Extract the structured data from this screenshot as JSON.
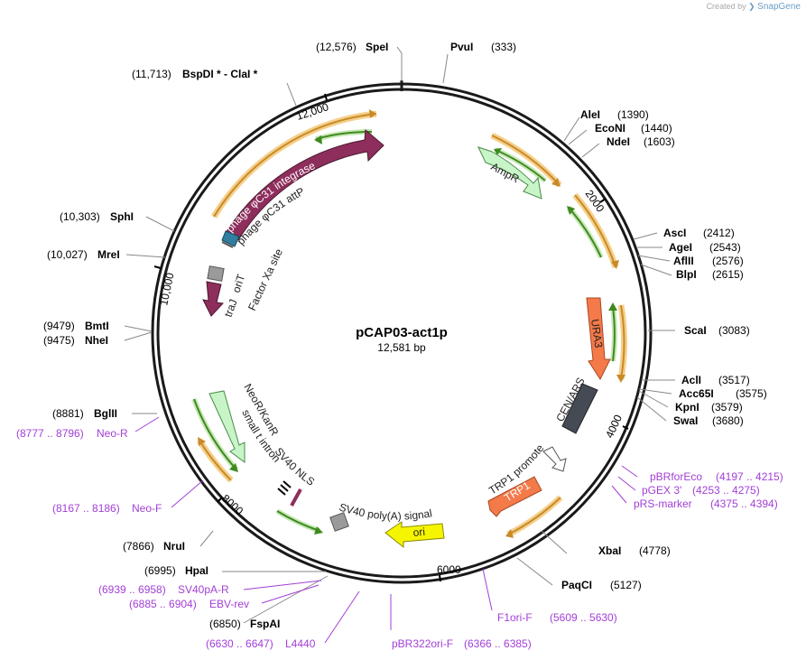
{
  "credit": {
    "prefix": "Created by",
    "brand": "SnapGene"
  },
  "plasmid": {
    "name": "pCAP03-act1p",
    "size_label": "12,581 bp"
  },
  "colors": {
    "backbone": "#1a1a1a",
    "enzyme_text": "#000000",
    "primer_text": "#a23fd6",
    "integrase": "#8e2e5c",
    "ampr": "#c8f5c8",
    "ura3": "#f47a4a",
    "cen_ars": "#454b54",
    "trp1": "#f47a4a",
    "ori": "#f5f500",
    "neor": "#c8f5c8",
    "attp": "#2f7f9e",
    "gray_box": "#9a9a9a",
    "orf_orange": "#f0a830",
    "orf_green": "#4a9a2a"
  },
  "ticks": [
    {
      "label": "2000",
      "icon": "tick-mark"
    },
    {
      "label": "4000",
      "icon": "tick-mark"
    },
    {
      "label": "6000",
      "icon": "tick-mark"
    },
    {
      "label": "8000",
      "icon": "tick-mark"
    },
    {
      "label": "10,000",
      "icon": "tick-mark"
    },
    {
      "label": "12,000",
      "icon": "tick-mark"
    }
  ],
  "enzymes": [
    {
      "name": "SpeI",
      "pos": "(12,576)"
    },
    {
      "name": "PvuI",
      "pos": "(333)"
    },
    {
      "name": "BspDI * - ClaI *",
      "pos": "(11,713)"
    },
    {
      "name": "AleI",
      "pos": "(1390)"
    },
    {
      "name": "EcoNI",
      "pos": "(1440)"
    },
    {
      "name": "NdeI",
      "pos": "(1603)"
    },
    {
      "name": "AscI",
      "pos": "(2412)"
    },
    {
      "name": "AgeI",
      "pos": "(2543)"
    },
    {
      "name": "AflII",
      "pos": "(2576)"
    },
    {
      "name": "BlpI",
      "pos": "(2615)"
    },
    {
      "name": "ScaI",
      "pos": "(3083)"
    },
    {
      "name": "AclI",
      "pos": "(3517)"
    },
    {
      "name": "Acc65I",
      "pos": "(3575)"
    },
    {
      "name": "KpnI",
      "pos": "(3579)"
    },
    {
      "name": "SwaI",
      "pos": "(3680)"
    },
    {
      "name": "XbaI",
      "pos": "(4778)"
    },
    {
      "name": "PaqCI",
      "pos": "(5127)"
    },
    {
      "name": "SphI",
      "pos": "(10,303)"
    },
    {
      "name": "MreI",
      "pos": "(10,027)"
    },
    {
      "name": "BmtI",
      "pos": "(9479)"
    },
    {
      "name": "NheI",
      "pos": "(9475)"
    },
    {
      "name": "BglII",
      "pos": "(8881)"
    },
    {
      "name": "NruI",
      "pos": "(7866)"
    },
    {
      "name": "HpaI",
      "pos": "(6995)"
    },
    {
      "name": "FspAI",
      "pos": "(6850)"
    }
  ],
  "primers": [
    {
      "name": "pBRforEco",
      "range": "(4197 .. 4215)"
    },
    {
      "name": "pGEX 3'",
      "range": "(4253 .. 4275)"
    },
    {
      "name": "pRS-marker",
      "range": "(4375 .. 4394)"
    },
    {
      "name": "Neo-R",
      "range": "(8777 .. 8796)"
    },
    {
      "name": "Neo-F",
      "range": "(8167 .. 8186)"
    },
    {
      "name": "SV40pA-R",
      "range": "(6939 .. 6958)"
    },
    {
      "name": "EBV-rev",
      "range": "(6885 .. 6904)"
    },
    {
      "name": "L4440",
      "range": "(6630 .. 6647)"
    },
    {
      "name": "F1ori-F",
      "range": "(5609 .. 5630)"
    },
    {
      "name": "pBR322ori-F",
      "range": "(6366 .. 6385)"
    }
  ],
  "features": {
    "integrase": "phage φC31 integrase",
    "attp": "phage φC31 attP",
    "orit": "oriT",
    "factor_xa": "Factor Xa site",
    "traj": "traJ",
    "ampr": "AmpR",
    "ura3": "URA3",
    "cen_ars": "CEN/ARS",
    "trp1_promoter": "TRP1 promoter",
    "trp1": "TRP1",
    "ori": "ori",
    "sv40_polya": "SV40 poly(A) signal",
    "sv40_nls": "SV40 NLS",
    "small_t_intron": "small t intron",
    "neor": "NeoR/KanR"
  }
}
